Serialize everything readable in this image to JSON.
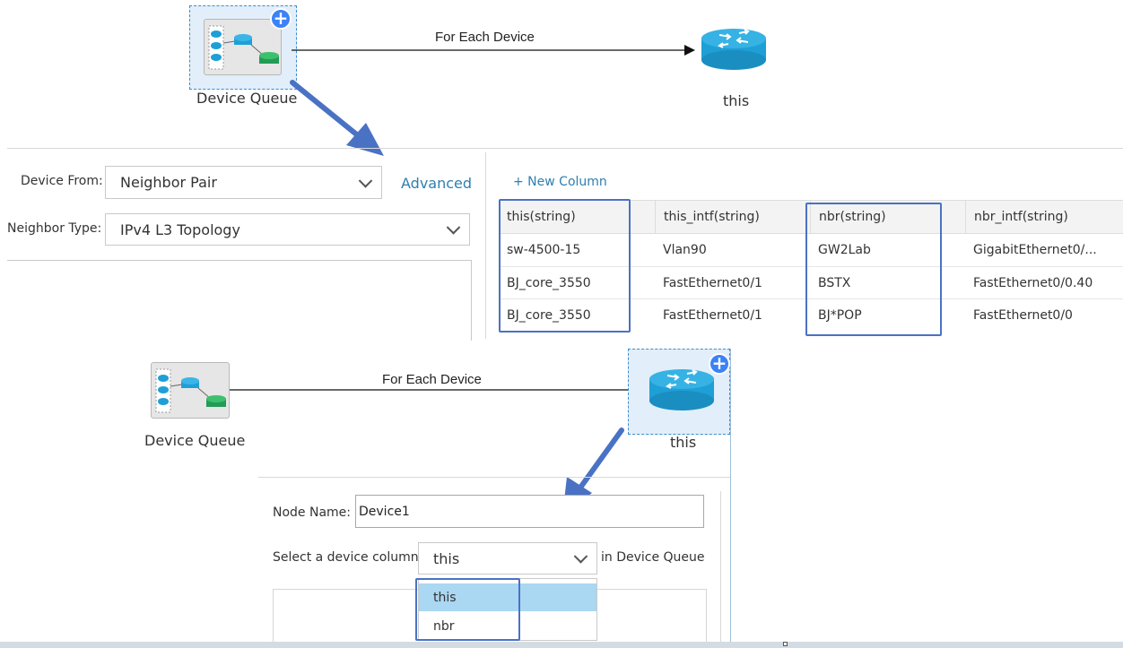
{
  "top_flow": {
    "source_label": "Device Queue",
    "edge_label": "For Each Device",
    "target_label": "this"
  },
  "query_panel": {
    "device_from_label": "Device From:",
    "device_from_value": "Neighbor Pair",
    "advanced_link": "Advanced",
    "neighbor_type_label": "Neighbor Type:",
    "neighbor_type_value": "IPv4 L3 Topology"
  },
  "table": {
    "new_column_link": "+ New Column",
    "columns": [
      "this(string)",
      "this_intf(string)",
      "nbr(string)",
      "nbr_intf(string)"
    ],
    "rows": [
      [
        "sw-4500-15",
        "Vlan90",
        "GW2Lab",
        "GigabitEthernet0/..."
      ],
      [
        "BJ_core_3550",
        "FastEthernet0/1",
        "BSTX",
        "FastEthernet0/0.40"
      ],
      [
        "BJ_core_3550",
        "FastEthernet0/1",
        "BJ*POP",
        "FastEthernet0/0"
      ]
    ]
  },
  "bottom_flow": {
    "source_label": "Device Queue",
    "edge_label": "For Each Device",
    "target_label": "this"
  },
  "node_panel": {
    "node_name_label": "Node Name:",
    "node_name_value": "Device1",
    "select_column_label": "Select a device column",
    "select_column_value": "this",
    "in_queue_label": "in Device Queue",
    "options": [
      "this",
      "nbr"
    ],
    "selected_option": "this"
  },
  "colors": {
    "accent_blue": "#3b82f6",
    "arrow_blue": "#4a72c4",
    "router_blue": "#1e9fd6",
    "link_blue": "#2f7fb0",
    "selected_option_bg": "#aad7f2"
  }
}
